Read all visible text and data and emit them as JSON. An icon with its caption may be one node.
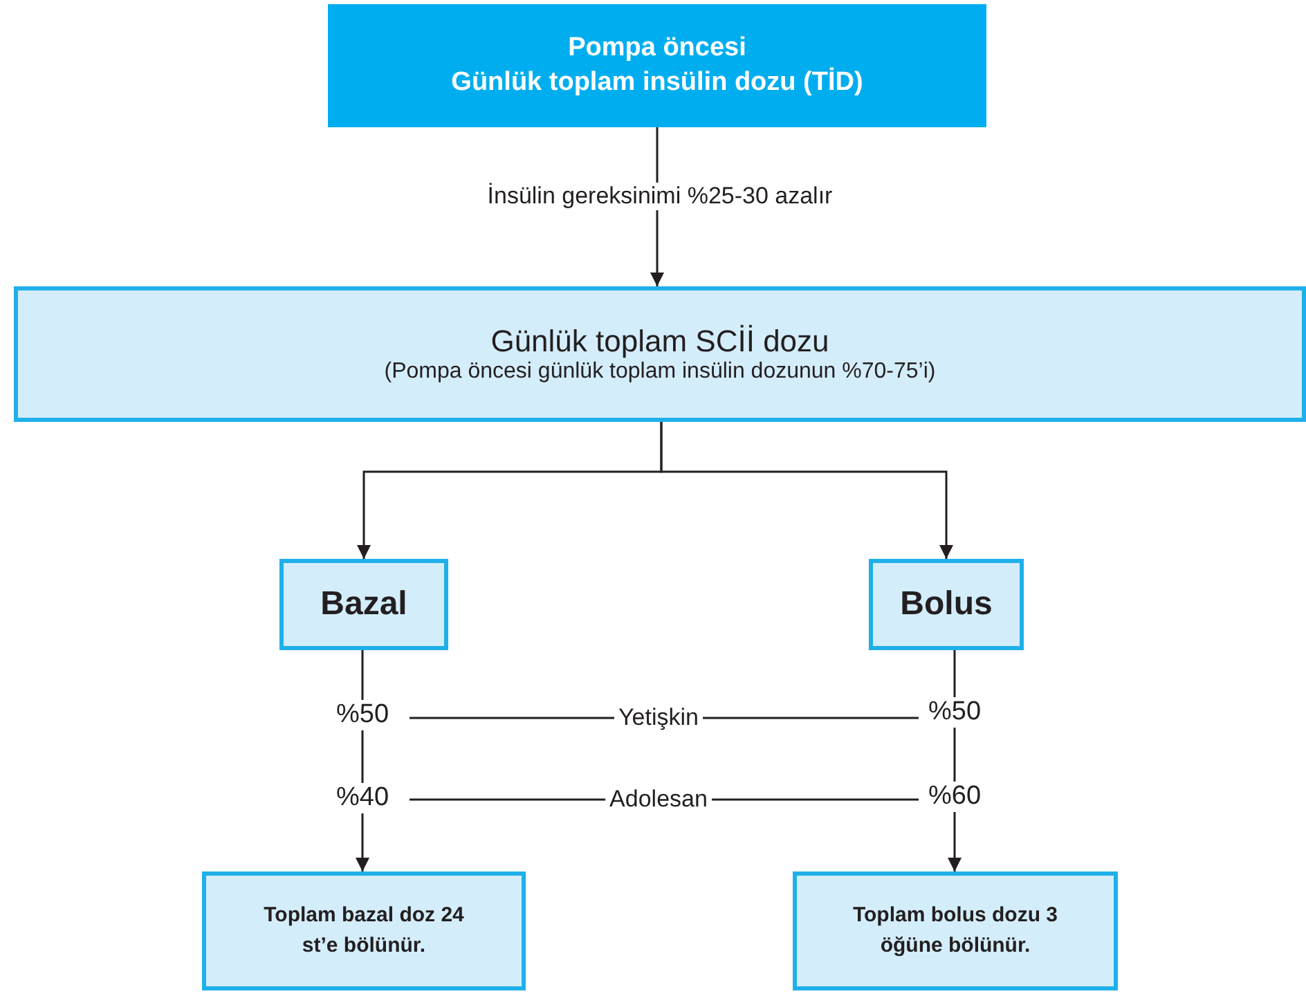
{
  "diagram": {
    "nodes": [
      {
        "text": [
          "Pompa öncesi",
          "Günlük toplam insülin dozu (TİD)"
        ]
      },
      {
        "text": [
          "Günlük toplam SCİİ dozu",
          "(Pompa öncesi günlük toplam insülin dozunun %70-75’i)"
        ]
      },
      {
        "text": [
          "Bazal"
        ]
      },
      {
        "text": [
          "Bolus"
        ]
      },
      {
        "text": [
          "Toplam bazal doz 24 st’e bölünür."
        ]
      },
      {
        "text": [
          "Toplam bolus dozu 3 öğüne bölünür."
        ]
      }
    ],
    "edges": [
      {
        "from": 0,
        "to": 1,
        "arrow": "to",
        "label": "İnsülin gereksinimi %25-30 azalır"
      },
      {
        "from": 1,
        "to": 2,
        "arrow": "to"
      },
      {
        "from": 1,
        "to": 3,
        "arrow": "to"
      },
      {
        "from": 2,
        "to": 4,
        "arrow": "to"
      },
      {
        "from": 3,
        "to": 5,
        "arrow": "to"
      }
    ],
    "labels": [
      "%50",
      "Yetişkin",
      "%50",
      "%40",
      "Adolesan",
      "%60"
    ]
  }
}
